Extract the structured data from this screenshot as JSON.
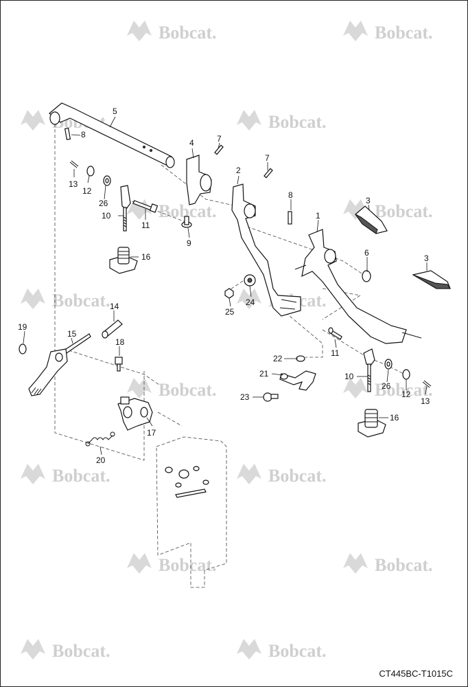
{
  "watermark": {
    "text": "Bobcat."
  },
  "drawing_code": "CT445BC-T1015C",
  "callouts": {
    "c1": "1",
    "c2": "2",
    "c3a": "3",
    "c3b": "3",
    "c4": "4",
    "c5": "5",
    "c6": "6",
    "c7a": "7",
    "c7b": "7",
    "c8a": "8",
    "c8b": "8",
    "c9": "9",
    "c10a": "10",
    "c10b": "10",
    "c11a": "11",
    "c11b": "11",
    "c12a": "12",
    "c12b": "12",
    "c13a": "13",
    "c13b": "13",
    "c14": "14",
    "c15": "15",
    "c16a": "16",
    "c16b": "16",
    "c17": "17",
    "c18": "18",
    "c19": "19",
    "c20": "20",
    "c21": "21",
    "c22": "22",
    "c23": "23",
    "c24": "24",
    "c25": "25",
    "c26a": "26",
    "c26b": "26"
  }
}
